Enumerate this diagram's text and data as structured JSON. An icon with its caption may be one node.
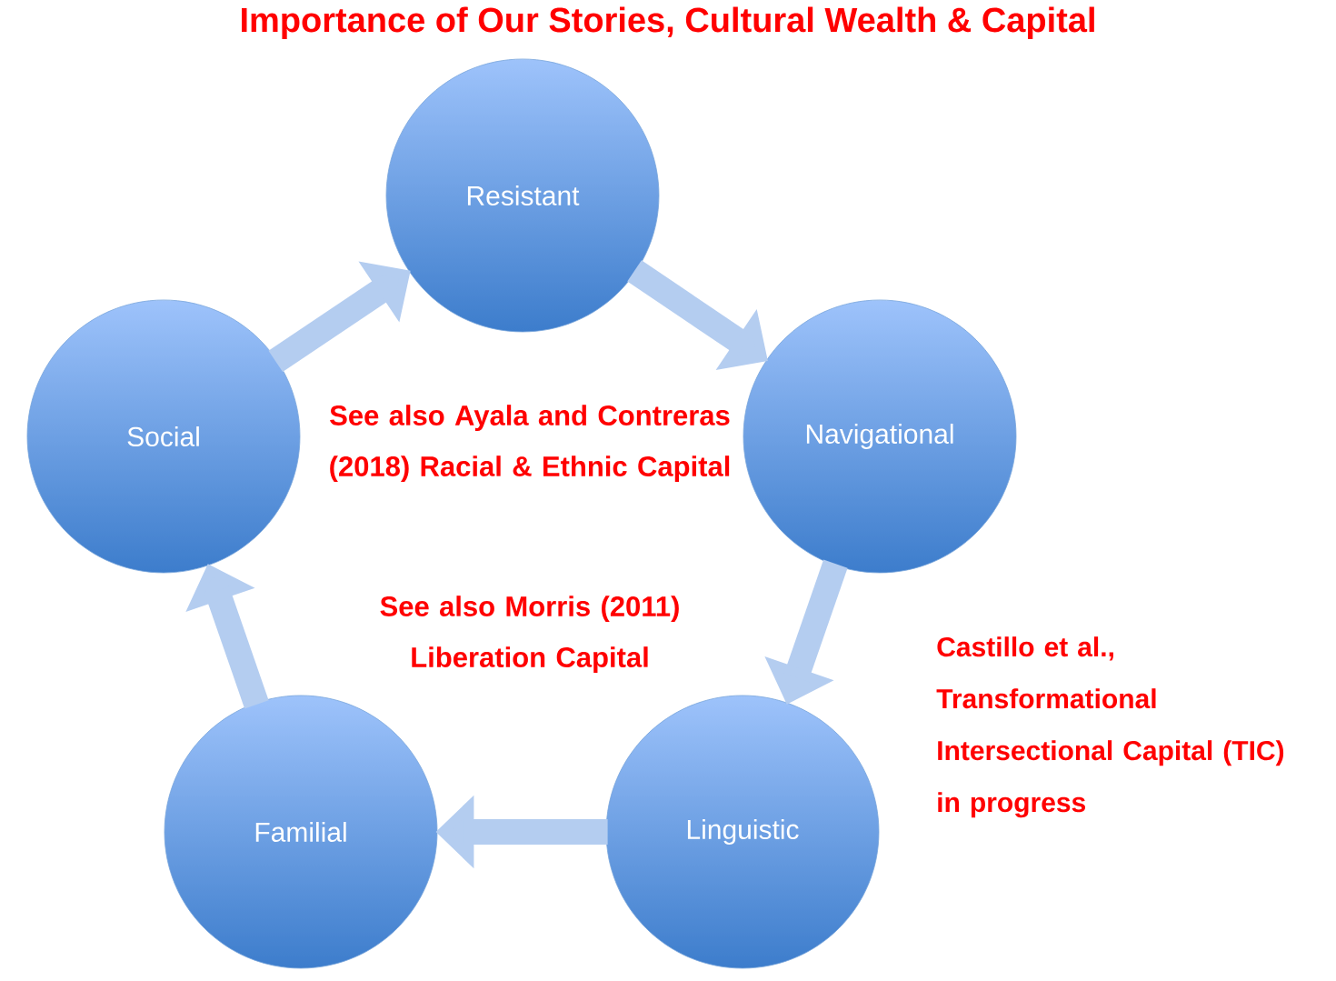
{
  "diagram": {
    "title": "Importance of Our Stories, Cultural Wealth & Capital",
    "nodes": [
      {
        "text": [
          "Resistant"
        ]
      },
      {
        "text": [
          "Navigational"
        ]
      },
      {
        "text": [
          "Linguistic"
        ]
      },
      {
        "text": [
          "Familial"
        ]
      },
      {
        "text": [
          "Social"
        ]
      }
    ],
    "edges": [
      {
        "from": 4,
        "to": 0,
        "arrow": "to"
      },
      {
        "from": 0,
        "to": 1,
        "arrow": "to"
      },
      {
        "from": 1,
        "to": 2,
        "arrow": "to"
      },
      {
        "from": 2,
        "to": 3,
        "arrow": "to"
      },
      {
        "from": 3,
        "to": 4,
        "arrow": "to"
      }
    ],
    "labels": [
      "See also Ayala and Contreras (2018) Racial & Ethnic Capital",
      "See also Morris (2011) Liberation Capital",
      "Castillo et al., Transformational Intersectional Capital (TIC) in progress"
    ]
  }
}
